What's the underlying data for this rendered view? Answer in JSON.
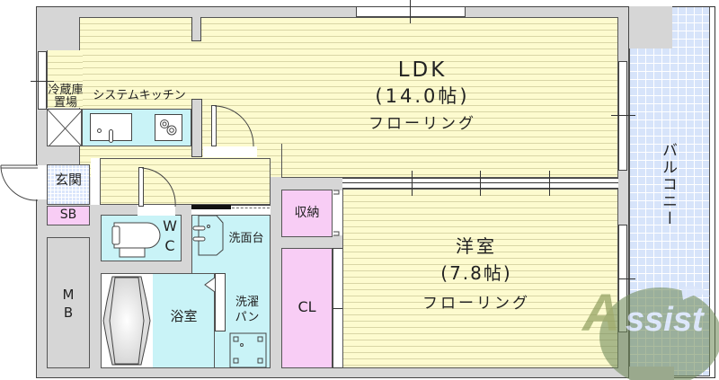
{
  "floorplan": {
    "rooms": {
      "ldk": {
        "name": "LDK",
        "size": "(14.0帖)",
        "floor": "フローリング"
      },
      "western": {
        "name": "洋室",
        "size": "(7.8帖)",
        "floor": "フローリング"
      },
      "kitchen": {
        "label": "システムキッチン"
      },
      "fridge": {
        "label_line1": "冷蔵庫",
        "label_line2": "置場"
      },
      "entrance": {
        "label": "玄関"
      },
      "shoe_box": {
        "label": "SB"
      },
      "meter_box": {
        "label_line1": "M",
        "label_line2": "B"
      },
      "toilet": {
        "label_line1": "W",
        "label_line2": "C"
      },
      "washstand": {
        "label": "洗面台"
      },
      "bathroom": {
        "label": "浴室"
      },
      "laundry_pan": {
        "label_line1": "洗濯",
        "label_line2": "パン"
      },
      "storage": {
        "label": "収納"
      },
      "closet": {
        "label": "CL"
      },
      "balcony": {
        "label": "バルコニー"
      }
    },
    "colors": {
      "wood_floor": "#fdfbcf",
      "wet_area": "#c9f3f7",
      "storage": "#f8cdf5",
      "tile": "#dbe6fb",
      "wall": "#d6d6d6"
    }
  },
  "watermark": {
    "text": "Assist",
    "color": "#6f8a5a"
  }
}
